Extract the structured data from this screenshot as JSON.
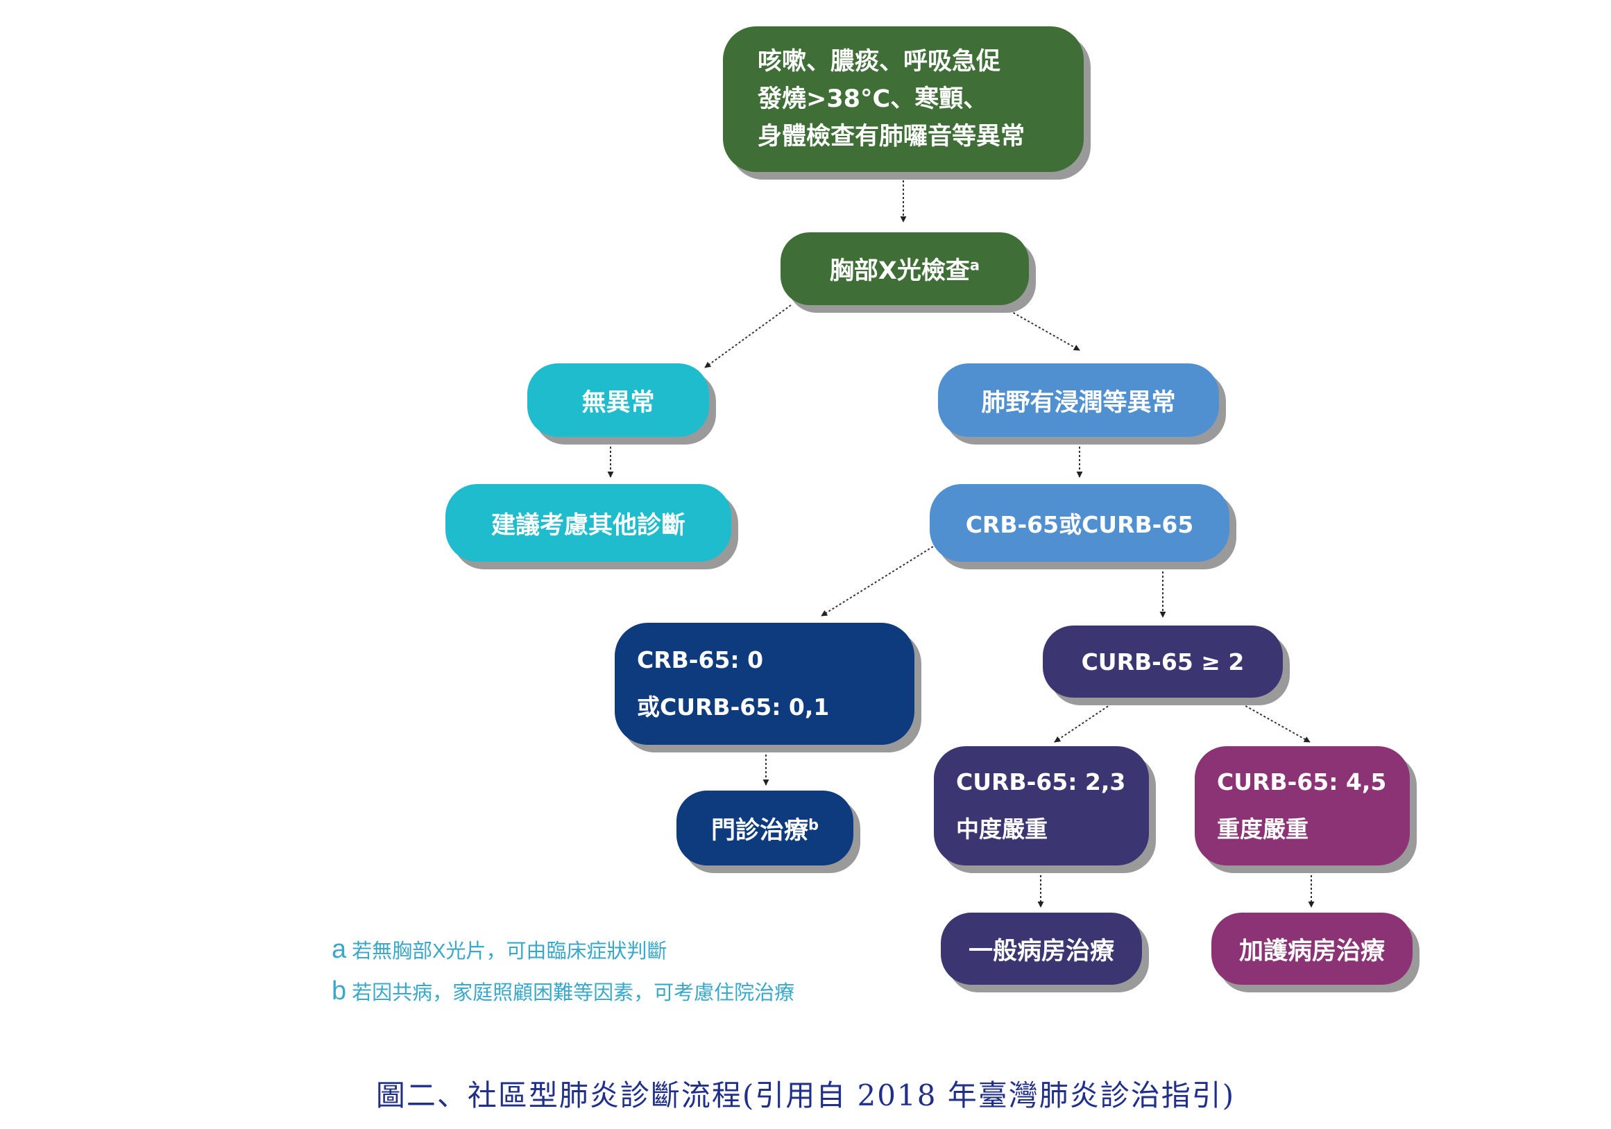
{
  "colors": {
    "green": "#3f6e36",
    "teal": "#1fbccd",
    "sky": "#5090d1",
    "navy": "#0e3a7e",
    "indigo": "#3b3572",
    "magenta": "#8b3375",
    "shadow": "#9a9a9a",
    "note": "#3aa9c9",
    "caption": "#1f2f8a"
  },
  "flowchart": {
    "symptoms": {
      "line1": "咳嗽、膿痰、呼吸急促",
      "line2": "發燒>38°C、寒顫、",
      "line3": "身體檢查有肺囉音等異常"
    },
    "xray": {
      "label": "胸部X光檢查",
      "sup": "a"
    },
    "no_abnormal": {
      "label": "無異常"
    },
    "other_diagnosis": {
      "label": "建議考慮其他診斷"
    },
    "infiltrate": {
      "label": "肺野有浸潤等異常"
    },
    "score": {
      "label": "CRB-65或CURB-65"
    },
    "low_score": {
      "line1": "CRB-65: 0",
      "line2": "或CURB-65: 0,1"
    },
    "outpatient": {
      "label": "門診治療",
      "sup": "b"
    },
    "high_score": {
      "label": "CURB-65 ≥ 2"
    },
    "moderate": {
      "line1": "CURB-65: 2,3",
      "line2": "中度嚴重"
    },
    "severe": {
      "line1": "CURB-65: 4,5",
      "line2": "重度嚴重"
    },
    "ward": {
      "label": "一般病房治療"
    },
    "icu": {
      "label": "加護病房治療"
    }
  },
  "notes": [
    {
      "letter": "a",
      "text": "若無胸部X光片，可由臨床症狀判斷"
    },
    {
      "letter": "b",
      "text": "若因共病，家庭照顧困難等因素，可考慮住院治療"
    }
  ],
  "caption": "圖二、社區型肺炎診斷流程(引用自 2018 年臺灣肺炎診治指引)"
}
